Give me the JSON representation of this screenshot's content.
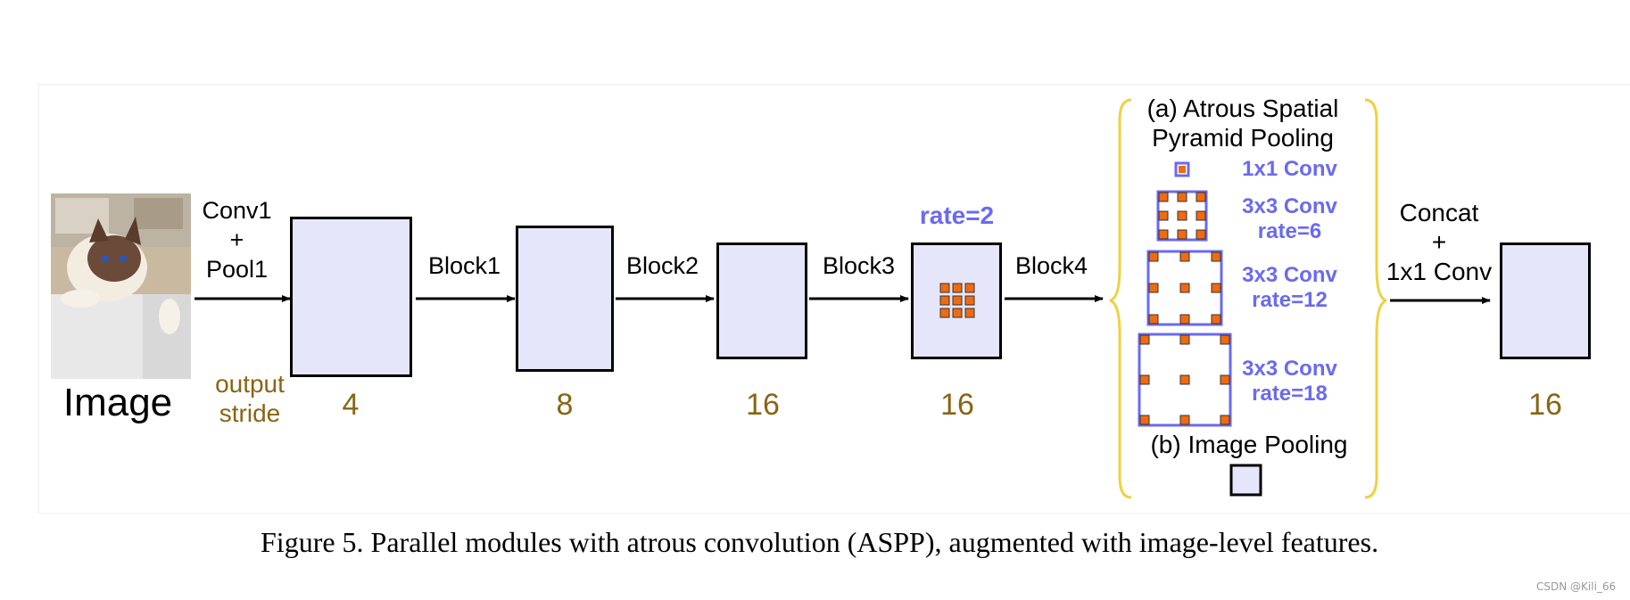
{
  "image_label": "Image",
  "output_stride_label": "output\nstride",
  "stages": [
    {
      "label": "Conv1\n+\nPool1",
      "stride": "4"
    },
    {
      "label": "Block1",
      "stride": "8"
    },
    {
      "label": "Block2",
      "stride": "16"
    },
    {
      "label": "Block3",
      "stride": "16"
    },
    {
      "label": "Block4"
    }
  ],
  "rate_label": "rate=2",
  "aspp": {
    "title": "(a) Atrous Spatial\nPyramid Pooling",
    "branches": [
      {
        "label": "1x1 Conv"
      },
      {
        "label": "3x3 Conv\nrate=6"
      },
      {
        "label": "3x3 Conv\nrate=12"
      },
      {
        "label": "3x3 Conv\nrate=18"
      }
    ],
    "image_pooling": "(b) Image Pooling"
  },
  "concat_label": "Concat\n+\n1x1 Conv",
  "final_stride": "16",
  "caption": "Figure 5. Parallel modules with atrous convolution (ASPP), augmented with image-level features.",
  "watermark": "CSDN @Kili_66",
  "colors": {
    "feature_map_fill": "#e6e6fa",
    "kernel_dot": "#f06a10",
    "brace": "#f0d040",
    "stride_text": "#8a6414",
    "aspp_text": "#6a6af0"
  },
  "icons": {
    "photo": "cat-photo"
  }
}
